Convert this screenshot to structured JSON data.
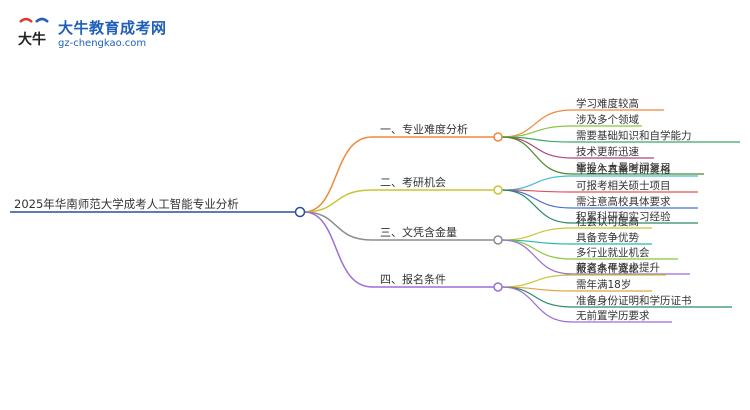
{
  "branding": {
    "title": "大牛教育成考网",
    "url": "gz-chengkao.com",
    "logo_glyph": "大牛"
  },
  "root": {
    "label": "2025年华南师范大学成考人工智能专业分析",
    "color": "#2c4f9e"
  },
  "branches": [
    {
      "label": "一、专业难度分析",
      "color": "#f0883a",
      "leaves": [
        "学习难度较高",
        "涉及多个领域",
        "需要基础知识和自学能力",
        "技术更新迅速",
        "需投入大量时间复习"
      ]
    },
    {
      "label": "二、考研机会",
      "color": "#c9c437",
      "leaves": [
        "毕业生具备考研资格",
        "可报考相关硕士项目",
        "需注意高校具体要求",
        "积累科研和实习经验"
      ]
    },
    {
      "label": "三、文凭含金量",
      "color": "#8c8c8c",
      "leaves": [
        "社会认可度高",
        "具备竞争优势",
        "多行业就业机会",
        "薪资水平逐步提升"
      ]
    },
    {
      "label": "四、报名条件",
      "color": "#9b6fd6",
      "leaves": [
        "报名条件宽松",
        "需年满18岁",
        "准备身份证明和学历证书",
        "无前置学历要求"
      ]
    }
  ],
  "leaf_colors": {
    "0": [
      "#f0883a",
      "#8bc53f",
      "#3aa86b",
      "#b0457a",
      "#4a8a2a"
    ],
    "1": [
      "#48b9d8",
      "#e0535a",
      "#4a6fd6",
      "#2a8a6a"
    ],
    "2": [
      "#c9c437",
      "#2ab6b0",
      "#8bc53f",
      "#9b6fd6"
    ],
    "3": [
      "#c9c437",
      "#e0a43a",
      "#2a8a6a",
      "#9b6fd6"
    ]
  }
}
